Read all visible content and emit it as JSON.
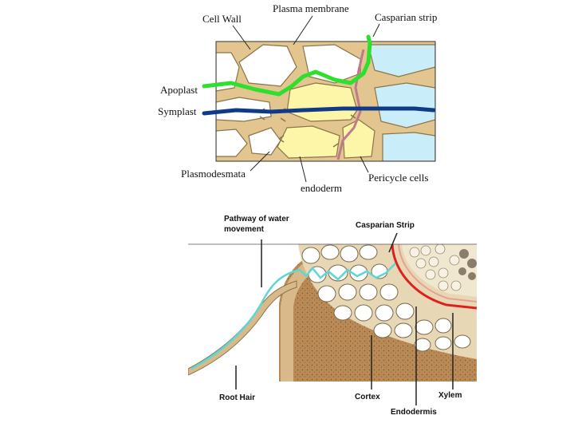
{
  "top_diagram": {
    "labels": {
      "cell_wall": "Cell Wall",
      "plasma_membrane": "Plasma membrane",
      "casparian_strip": "Casparian strip",
      "apoplast": "Apoplast",
      "symplast": "Symplast",
      "plasmodesmata": "Plasmodesmata",
      "endoderm": "endoderm",
      "pericycle_cells": "Pericycle cells"
    },
    "colors": {
      "cell_wall": "#e2c58f",
      "wall_outline": "#8a7448",
      "endoderm_fill": "#fdf5a8",
      "pericycle_fill": "#c9eefa",
      "apoplast_path": "#2ee02e",
      "symplast_path": "#0f3a8a",
      "casparian_strip": "#c07a8a"
    }
  },
  "bottom_diagram": {
    "labels": {
      "pathway_line1": "Pathway of water",
      "pathway_line2": "movement",
      "casparian_strip": "Casparian Strip",
      "root_hair": "Root Hair",
      "cortex": "Cortex",
      "xylem": "Xylem",
      "endodermis": "Endodermis"
    },
    "colors": {
      "water_path": "#5fd6d6",
      "endodermis_ring": "#e02020",
      "soil": "#b98a56",
      "root_tissue": "#d9b98a"
    }
  }
}
